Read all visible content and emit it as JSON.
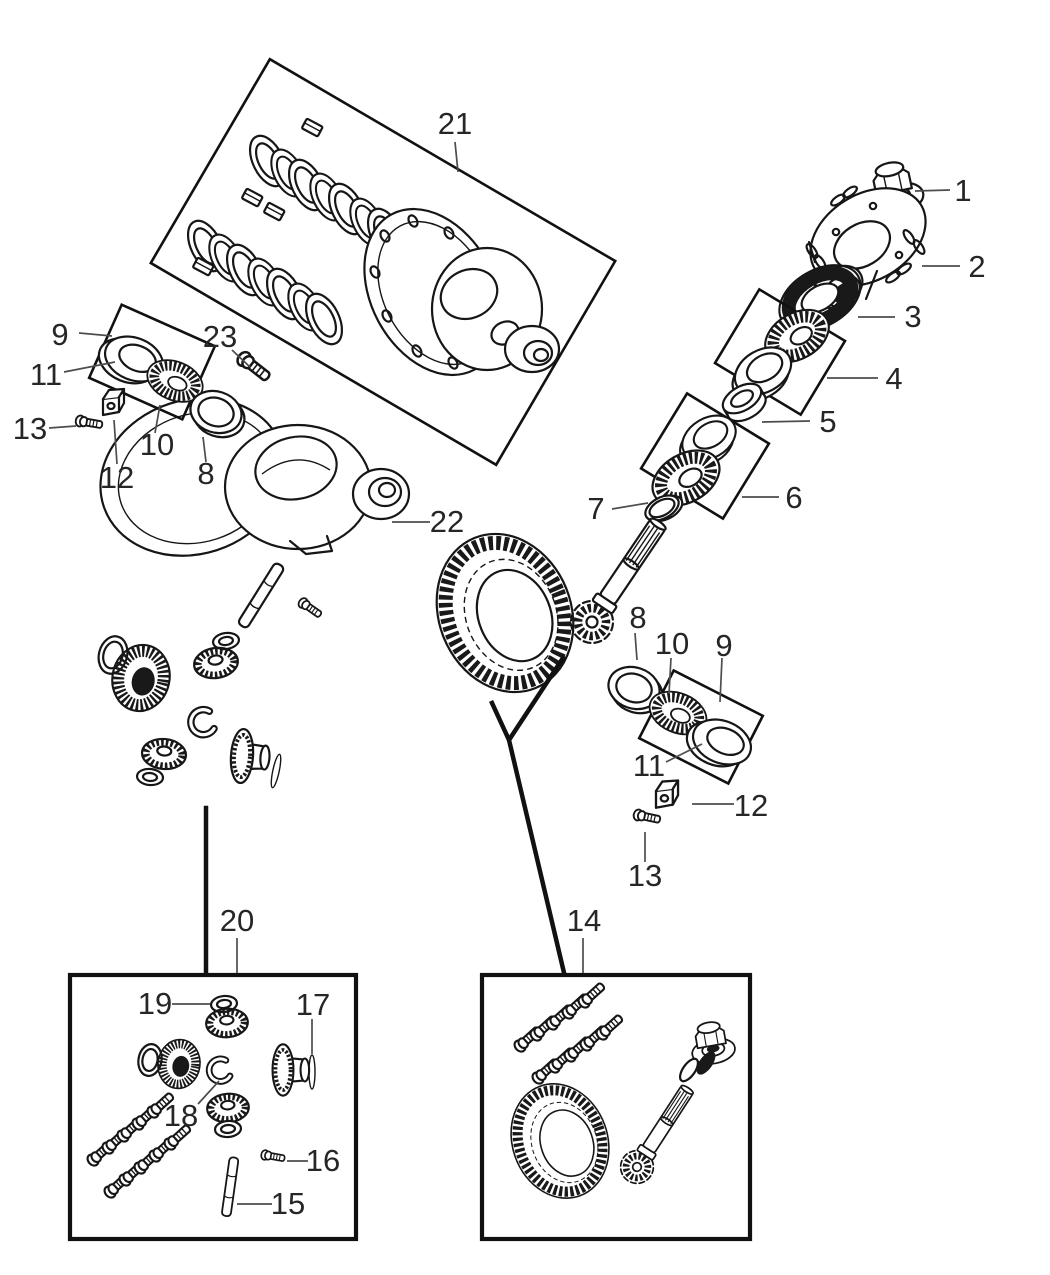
{
  "figure": {
    "background": "#ffffff",
    "line_color": "#161616",
    "label_color": "#262626"
  },
  "callouts": {
    "n1": "1",
    "n2": "2",
    "n3": "3",
    "n4": "4",
    "n5": "5",
    "n6": "6",
    "n7": "7",
    "n8_left": "8",
    "n8_right": "8",
    "n9_left": "9",
    "n9_right": "9",
    "n10_left": "10",
    "n10_right": "10",
    "n11_left": "11",
    "n11_right": "11",
    "n12_left": "12",
    "n12_right": "12",
    "n13_left": "13",
    "n13_right": "13",
    "n14": "14",
    "n15": "15",
    "n16": "16",
    "n17": "17",
    "n18": "18",
    "n19": "19",
    "n20": "20",
    "n21": "21",
    "n22": "22",
    "n23": "23"
  }
}
